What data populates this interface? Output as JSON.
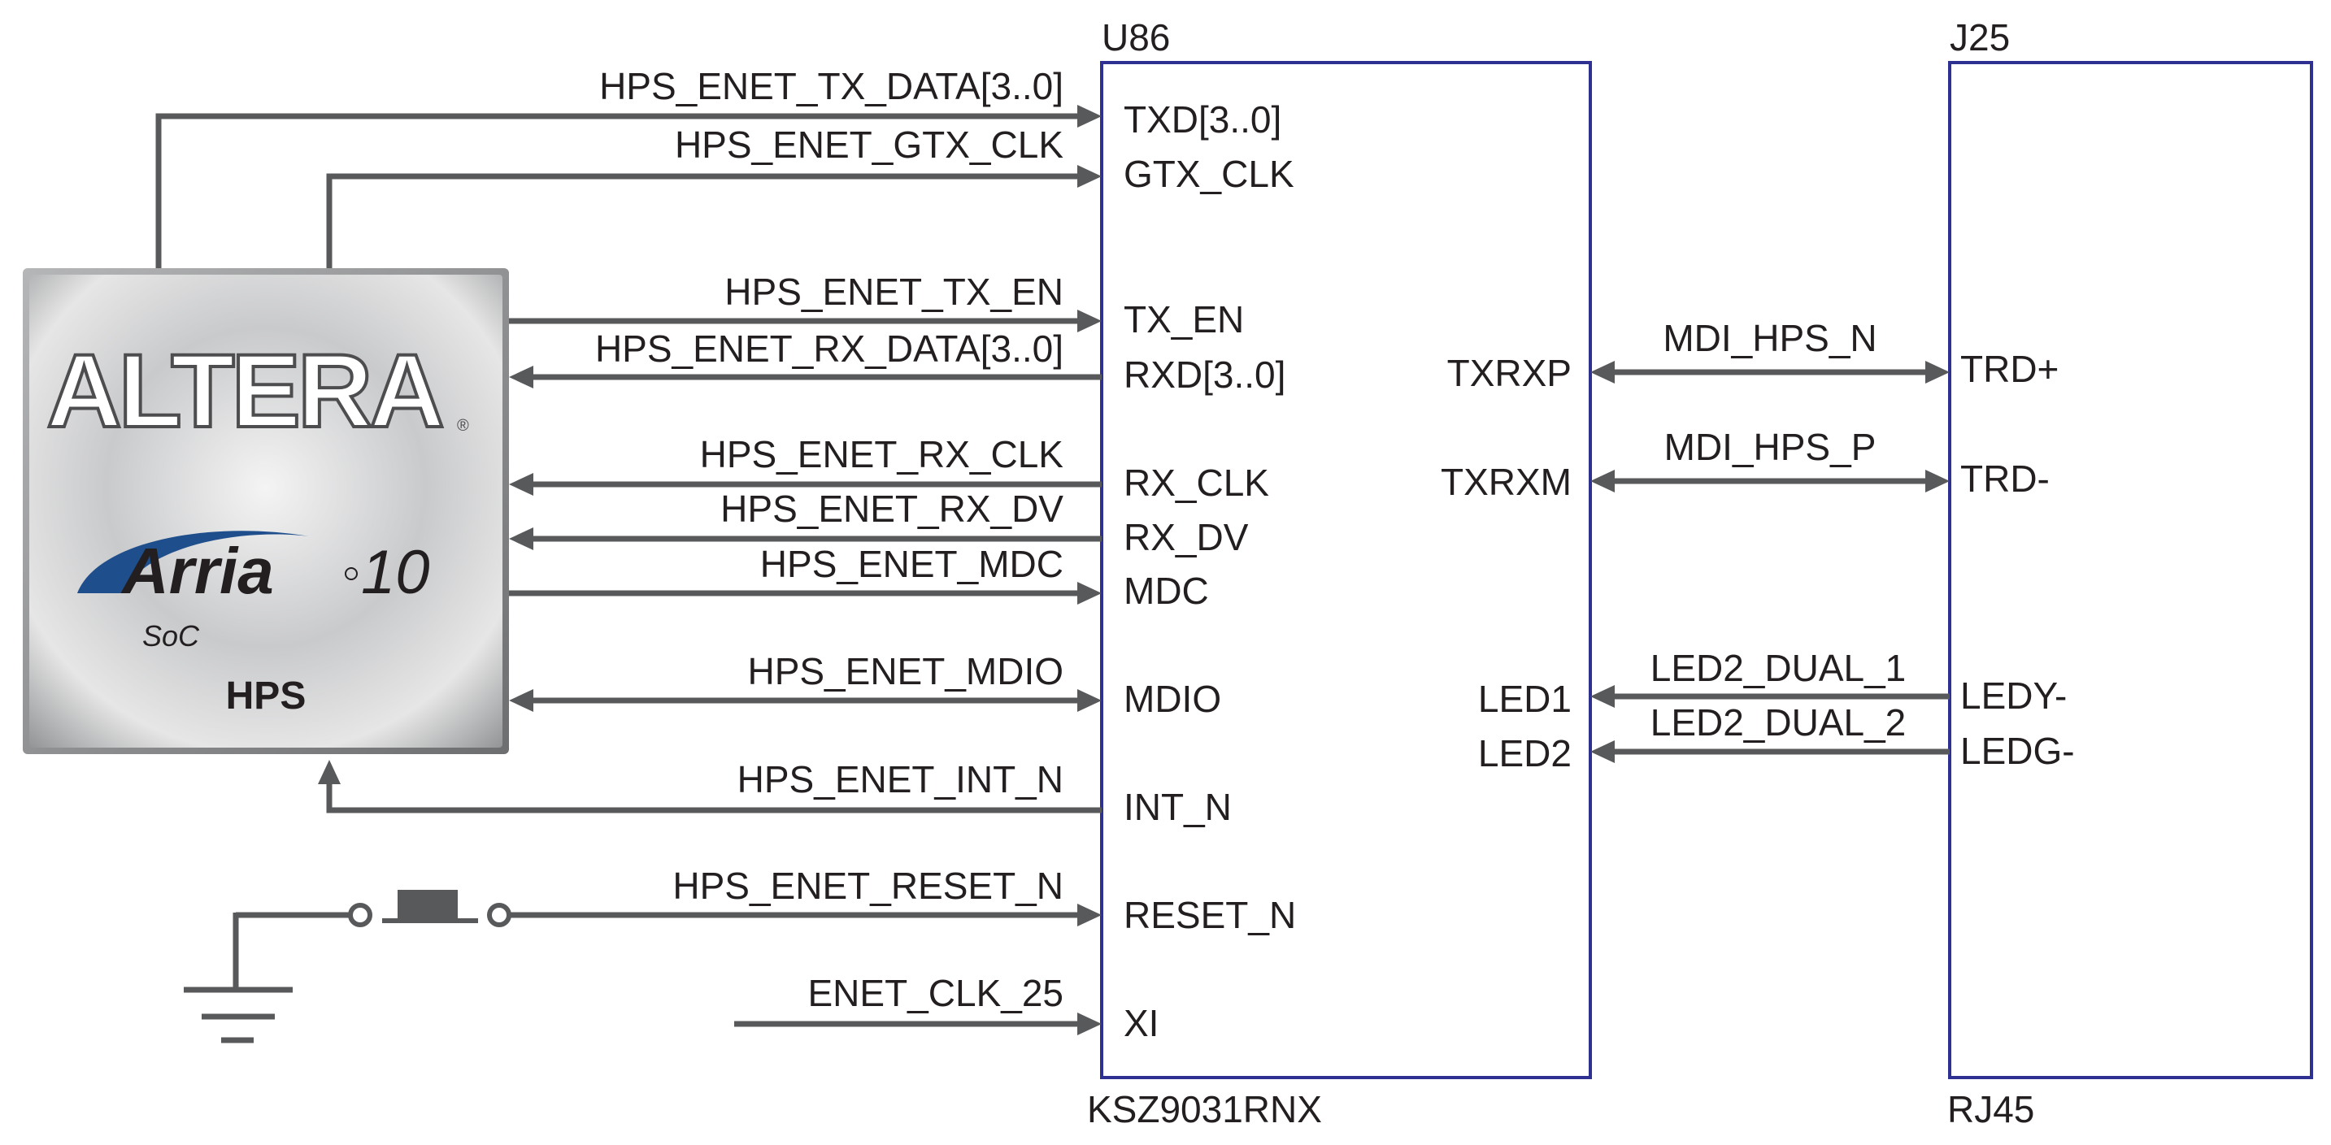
{
  "soc": {
    "brand": "ALTERA",
    "family": "Arria",
    "generation": "10",
    "subtitle": "SoC",
    "block": "HPS"
  },
  "phy": {
    "refdes": "U86",
    "part": "KSZ9031RNX",
    "pins_left": [
      "TXD[3..0]",
      "GTX_CLK",
      "TX_EN",
      "RXD[3..0]",
      "RX_CLK",
      "RX_DV",
      "MDC",
      "MDIO",
      "INT_N",
      "RESET_N",
      "XI"
    ],
    "pins_right": [
      "TXRXP",
      "TXRXM",
      "LED1",
      "LED2"
    ]
  },
  "connector": {
    "refdes": "J25",
    "part": "RJ45",
    "pins": [
      "TRD+",
      "TRD-",
      "LEDY-",
      "LEDG-"
    ]
  },
  "nets_left": [
    "HPS_ENET_TX_DATA[3..0]",
    "HPS_ENET_GTX_CLK",
    "HPS_ENET_TX_EN",
    "HPS_ENET_RX_DATA[3..0]",
    "HPS_ENET_RX_CLK",
    "HPS_ENET_RX_DV",
    "HPS_ENET_MDC",
    "HPS_ENET_MDIO",
    "HPS_ENET_INT_N",
    "HPS_ENET_RESET_N",
    "ENET_CLK_25"
  ],
  "nets_right": [
    "MDI_HPS_N",
    "MDI_HPS_P",
    "LED2_DUAL_1",
    "LED2_DUAL_2"
  ],
  "colors": {
    "wire": "#58595b",
    "box_outline": "#2e3192",
    "chip_dark": "#8a8c8e",
    "chip_light": "#f2f2f2",
    "arria_blue": "#1f4e8c"
  }
}
